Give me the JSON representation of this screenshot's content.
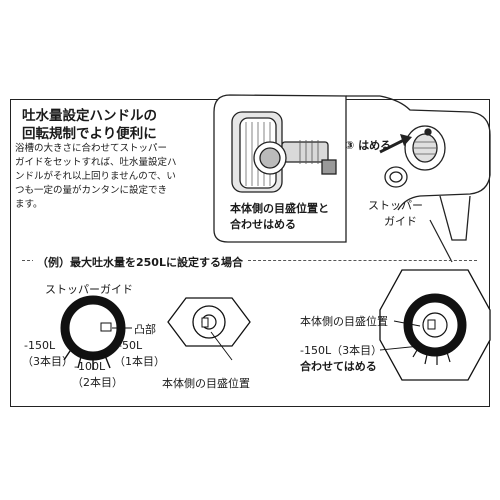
{
  "heading": {
    "line1": "吐水量設定ハンドルの",
    "line2": "回転規制でより便利に"
  },
  "description": {
    "line1": "浴槽の大きさに合わせてストッパー",
    "line2": "ガイドをセットすれば、吐水量設定ハ",
    "line3": "ンドルがそれ以上回りませんので、い",
    "line4": "つも一定の量がカンタンに設定でき",
    "line5": "ます。"
  },
  "top_diagram": {
    "step_label": "③ はめる",
    "align_line1": "本体側の目盛位置と",
    "align_line2": "合わせはめる",
    "stopper_line1": "ストッパー",
    "stopper_line2": "ガイド"
  },
  "example": {
    "title": "（例）最大吐水量を250Lに設定する場合",
    "stopper_guide": "ストッパーガイド",
    "convex": "凸部",
    "minus150": "-150L",
    "minus150_sub": "（3本目）",
    "minus100": "-100L",
    "minus100_sub": "（2本目）",
    "minus50": "-50L",
    "minus50_sub": "（1本目）",
    "body_scale": "本体側の目盛位置",
    "right_body_scale": "本体側の目盛位置",
    "right_minus150": "-150L（3本目）",
    "right_align": "合わせてはめる"
  }
}
